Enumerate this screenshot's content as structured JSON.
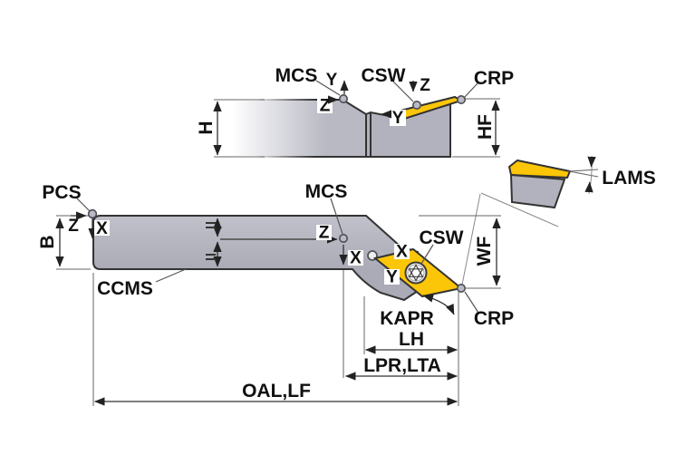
{
  "diagram": {
    "colors": {
      "body": "#b7b8c2",
      "body_side": "#b1b2bd",
      "insert": "#fcc608",
      "outline": "#333333"
    },
    "side_view": {
      "mcs": "MCS",
      "y_shank": "Y",
      "z_shank": "Z",
      "csw": "CSW",
      "z_insert": "Z",
      "y_insert": "Y",
      "crp": "CRP",
      "h": "H",
      "hf": "HF"
    },
    "plan_view": {
      "pcs": "PCS",
      "z_shank": "Z",
      "x_shank": "X",
      "b": "B",
      "ccms": "CCMS",
      "mcs": "MCS",
      "z_center": "Z",
      "x_head": "X",
      "x_insert": "X",
      "y_insert": "Y",
      "csw": "CSW",
      "crp": "CRP",
      "wf": "WF",
      "kapr": "KAPR",
      "lh": "LH",
      "lpr_lta": "LPR,LTA",
      "oal_lf": "OAL,LF"
    },
    "detail_view": {
      "lams": "LAMS"
    }
  }
}
